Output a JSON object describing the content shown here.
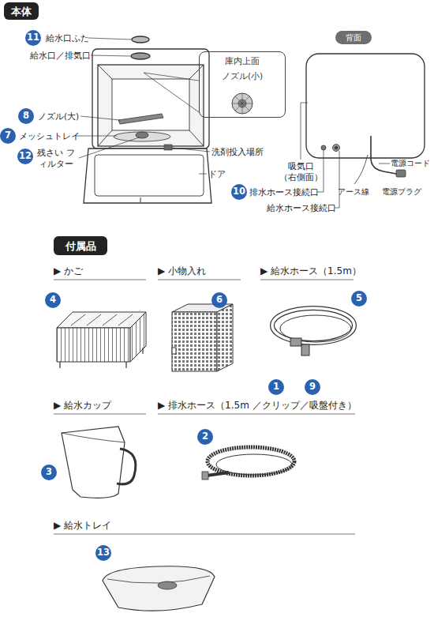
{
  "diagram": {
    "nodes": [
      {
        "text": [
          "本体"
        ]
      },
      {
        "text": [
          "11"
        ]
      },
      {
        "text": [
          "8"
        ]
      },
      {
        "text": [
          "7"
        ]
      },
      {
        "text": [
          "12"
        ]
      },
      {
        "text": [
          "庫内上面",
          "ノズル(小)"
        ]
      },
      {
        "text": [
          "背面"
        ]
      },
      {
        "text": [
          "10"
        ]
      },
      {
        "text": [
          "付属品"
        ]
      },
      {
        "text": [
          "4"
        ]
      },
      {
        "text": [
          "6"
        ]
      },
      {
        "text": [
          "5"
        ]
      },
      {
        "text": [
          "1"
        ]
      },
      {
        "text": [
          "9"
        ]
      },
      {
        "text": [
          "2"
        ]
      },
      {
        "text": [
          "3"
        ]
      },
      {
        "text": [
          "13"
        ]
      }
    ],
    "labels": [
      "給水口ふた",
      "給水口／排気口",
      "ノズル(大)",
      "メッシュトレイ",
      "残さい フィルター",
      "洗剤投入場所",
      "ドア",
      "吸気口 （右側面）",
      "排水ホース接続口",
      "給水ホース接続口",
      "電源コード",
      "アース線",
      "電源プラグ",
      "▶ かご",
      "▶ 小物入れ",
      "▶ 給水ホース（1.5m）",
      "▶ 給水カップ",
      "▶ 排水ホース（1.5m ／クリップ／吸盤付き）",
      "▶ 給水トレイ"
    ]
  }
}
